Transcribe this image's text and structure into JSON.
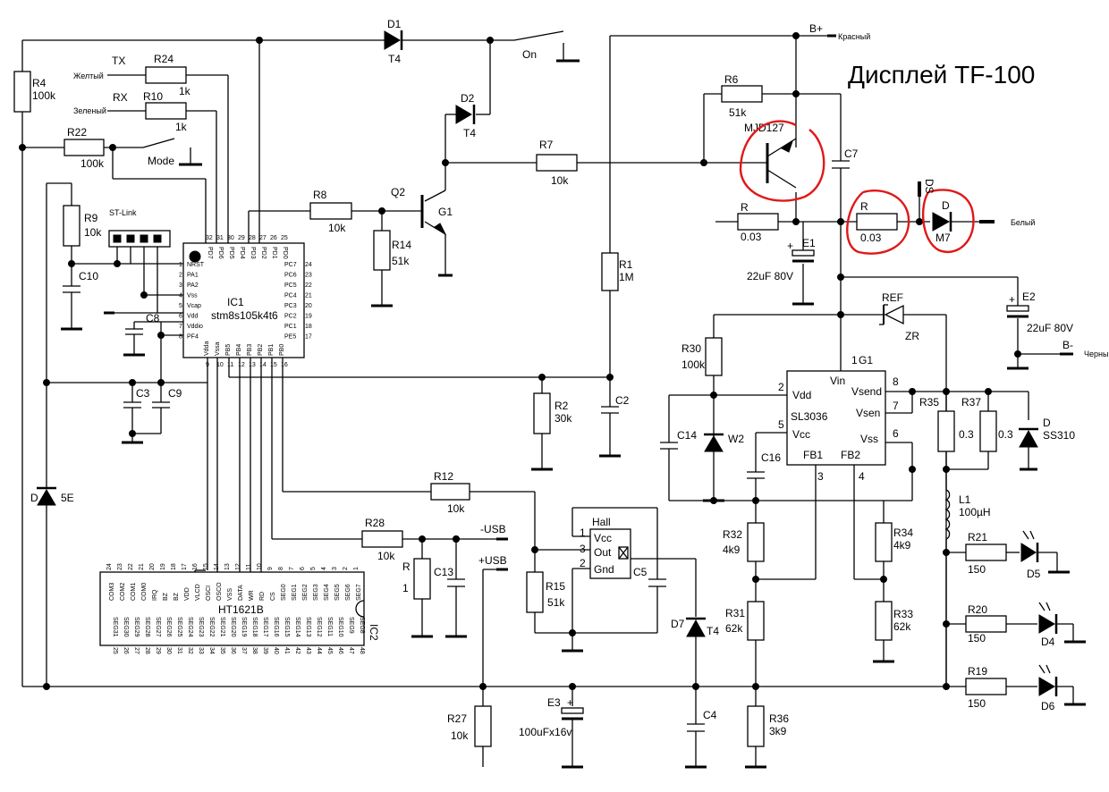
{
  "title": "Дисплей TF-100",
  "components": {
    "D1": {
      "name": "D1",
      "type": "T4"
    },
    "D2": {
      "name": "D2",
      "type": "T4"
    },
    "on_switch": "On",
    "mode_switch": "Mode",
    "R4": {
      "name": "R4",
      "value": "100k"
    },
    "R24": {
      "name": "R24",
      "value": "1k"
    },
    "R10": {
      "name": "R10",
      "value": "1k"
    },
    "R22": {
      "name": "R22",
      "value": "100k"
    },
    "R9": {
      "name": "R9",
      "value": "10k"
    },
    "R8": {
      "name": "R8",
      "value": "10k"
    },
    "R14": {
      "name": "R14",
      "value": "51k"
    },
    "R7": {
      "name": "R7",
      "value": "10k"
    },
    "R6": {
      "name": "R6",
      "value": "51k"
    },
    "R1": {
      "name": "R1",
      "value": "1M"
    },
    "R2": {
      "name": "R2",
      "value": "30k"
    },
    "R12": {
      "name": "R12",
      "value": "10k"
    },
    "R28": {
      "name": "R28",
      "value": "10k"
    },
    "R_small": {
      "name": "R",
      "value": "1"
    },
    "R15": {
      "name": "R15",
      "value": "51k"
    },
    "R27": {
      "name": "R27",
      "value": "10k"
    },
    "R30": {
      "name": "R30",
      "value": "100k"
    },
    "R32": {
      "name": "R32",
      "value": "4k9"
    },
    "R31": {
      "name": "R31",
      "value": "62k"
    },
    "R36": {
      "name": "R36",
      "value": "3k9"
    },
    "R34": {
      "name": "R34",
      "value": "4k9"
    },
    "R33": {
      "name": "R33",
      "value": "62k"
    },
    "R35": {
      "name": "R35",
      "value": "0.3"
    },
    "R37": {
      "name": "R37",
      "value": "0.3"
    },
    "R21": {
      "name": "R21",
      "value": "150"
    },
    "R20": {
      "name": "R20",
      "value": "150"
    },
    "R19": {
      "name": "R19",
      "value": "150"
    },
    "Rs1": {
      "name": "R",
      "value": "0.03"
    },
    "Rs2": {
      "name": "R",
      "value": "0.03"
    },
    "Q2": {
      "name": "Q2",
      "type": "G1"
    },
    "Q1": {
      "name": "MJD127"
    },
    "C10": "C10",
    "C8": "C8",
    "C3": "C3",
    "C9": "C9",
    "C2": "C2",
    "C13": "C13",
    "C5": "C5",
    "C4": "C4",
    "C7": "C7",
    "C14": "C14",
    "C16": "C16",
    "E1": {
      "name": "E1",
      "value": "22uF 80V"
    },
    "E2": {
      "name": "E2",
      "value": "22uF 80V"
    },
    "E3": {
      "name": "E3",
      "value": "100uFx16v"
    },
    "D_5E": {
      "name": "D",
      "type": "5E"
    },
    "D7": {
      "name": "D7",
      "type": "T4"
    },
    "W2": "W2",
    "ZR": {
      "name": "REF",
      "type": "ZR"
    },
    "D_M7": {
      "name": "D",
      "type": "M7"
    },
    "D_SS310": {
      "name": "D",
      "type": "SS310"
    },
    "L1": {
      "name": "L1",
      "value": "100µH"
    },
    "D5": "D5",
    "D4": "D4",
    "D6": "D6",
    "DS": "DS",
    "hall": {
      "name": "Hall",
      "pins": [
        "Vcc",
        "Out",
        "Gnd"
      ],
      "nums": [
        "1",
        "3",
        "2"
      ]
    }
  },
  "connectors": {
    "tx": {
      "label": "TX",
      "color": "Желтый"
    },
    "rx": {
      "label": "RX",
      "color": "Зеленый"
    },
    "bplus": {
      "label": "B+",
      "color": "Красный"
    },
    "bminus": {
      "label": "B-",
      "color": "Черный"
    },
    "white": "Белый",
    "usb_minus": "-USB",
    "usb_plus": "+USB",
    "stlink": "ST-Link"
  },
  "ic1": {
    "name": "IC1",
    "part": "stm8s105k4t6",
    "left_pins": [
      "NRST",
      "PA1",
      "PA2",
      "Vss",
      "Vcap",
      "Vdd",
      "Vddio",
      "PF4"
    ],
    "left_nums": [
      "1",
      "2",
      "3",
      "4",
      "5",
      "6",
      "7",
      "8"
    ],
    "right_pins": [
      "PC7",
      "PC6",
      "PC5",
      "PC4",
      "PC3",
      "PC2",
      "PC1",
      "PE5"
    ],
    "right_nums": [
      "24",
      "23",
      "22",
      "21",
      "20",
      "19",
      "18",
      "17"
    ],
    "top_pins": [
      "PD7",
      "PD6",
      "PD5",
      "PD4",
      "PD3",
      "PD2",
      "PD1",
      "PD0"
    ],
    "top_nums": [
      "32",
      "31",
      "30",
      "29",
      "28",
      "27",
      "26",
      "25"
    ],
    "bottom_pins": [
      "Vdda",
      "Vssa",
      "PB5",
      "PB4",
      "PB3",
      "PB2",
      "PB1",
      "PB0"
    ],
    "bottom_nums": [
      "9",
      "10",
      "11",
      "12",
      "13",
      "14",
      "15",
      "16"
    ]
  },
  "ic2": {
    "name": "IC2",
    "part": "HT1621B",
    "top_pins": [
      "COM3",
      "COM2",
      "COM1",
      "COM0",
      "IRQ",
      "BZ",
      "BZ",
      "VDD",
      "VLCD",
      "OSCI",
      "OSCO",
      "VSS",
      "DATA",
      "WR",
      "RD",
      "CS",
      "SEG0",
      "SEG1",
      "SEG2",
      "SEG3",
      "SEG4",
      "SEG5",
      "SEG6",
      "SEG7"
    ],
    "top_nums": [
      "24",
      "23",
      "22",
      "21",
      "20",
      "19",
      "18",
      "17",
      "16",
      "15",
      "14",
      "13",
      "12",
      "11",
      "10",
      "9",
      "8",
      "7",
      "6",
      "5",
      "4",
      "3",
      "2",
      "1"
    ],
    "bottom_pins": [
      "SEG31",
      "SEG30",
      "SEG29",
      "SEG28",
      "SEG27",
      "SEG26",
      "SEG25",
      "SEG24",
      "SEG23",
      "SEG22",
      "SEG21",
      "SEG20",
      "SEG19",
      "SEG18",
      "SEG17",
      "SEG16",
      "SEG15",
      "SEG14",
      "SEG13",
      "SEG12",
      "SEG11",
      "SEG10",
      "SEG9",
      "SEG8"
    ],
    "bottom_nums": [
      "25",
      "26",
      "27",
      "28",
      "29",
      "30",
      "31",
      "32",
      "33",
      "34",
      "35",
      "36",
      "37",
      "38",
      "39",
      "40",
      "41",
      "42",
      "43",
      "44",
      "45",
      "46",
      "47",
      "48"
    ]
  },
  "ic3": {
    "name": "G1",
    "part": "SL3036",
    "pins": {
      "vin": "Vin",
      "vdd": "Vdd",
      "vcc": "Vcc",
      "vsend": "Vsend",
      "vsen": "Vsen",
      "vss": "Vss",
      "fb1": "FB1",
      "fb2": "FB2"
    },
    "nums": {
      "vin": "1",
      "vdd": "2",
      "vcc": "5",
      "vsend": "8",
      "vsen": "7",
      "vss": "6",
      "fb1": "3",
      "fb2": "4"
    }
  },
  "colors": {
    "wire": "#000000",
    "highlight": "#e01818"
  }
}
